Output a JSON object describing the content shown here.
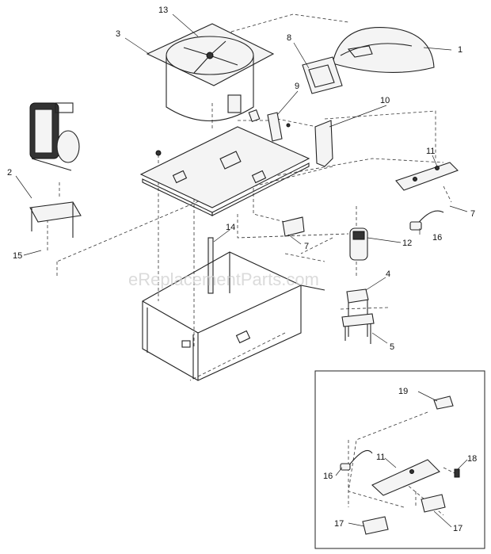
{
  "watermark": "eReplacementParts.com",
  "callouts": {
    "c1": "1",
    "c2": "2",
    "c3": "3",
    "c4": "4",
    "c5": "5",
    "c7a": "7",
    "c7b": "7",
    "c8": "8",
    "c9": "9",
    "c10": "10",
    "c11a": "11",
    "c11b": "11",
    "c12": "12",
    "c13": "13",
    "c14": "14",
    "c15": "15",
    "c16a": "16",
    "c16b": "16",
    "c17a": "17",
    "c17b": "17",
    "c18": "18",
    "c19": "19"
  }
}
